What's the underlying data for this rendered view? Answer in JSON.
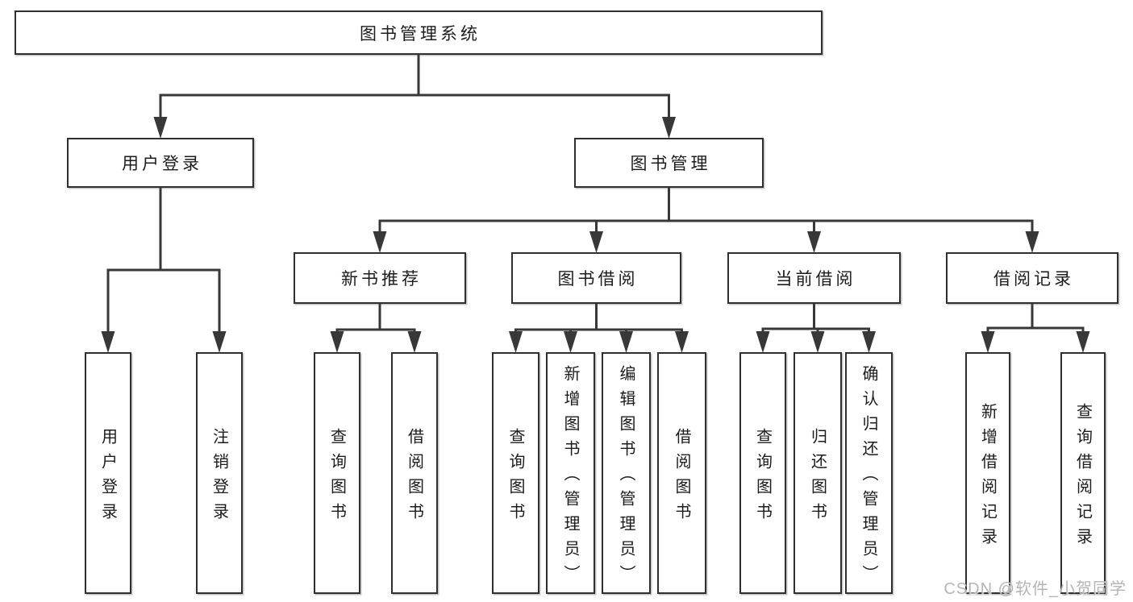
{
  "diagram": {
    "nodes": [
      {
        "id": "library-system",
        "label": "图书管理系统"
      },
      {
        "id": "user-login",
        "label": "用户登录"
      },
      {
        "id": "book-management",
        "label": "图书管理"
      },
      {
        "id": "new-book-recommend",
        "label": "新书推荐"
      },
      {
        "id": "book-borrow",
        "label": "图书借阅"
      },
      {
        "id": "current-borrow",
        "label": "当前借阅"
      },
      {
        "id": "borrow-record",
        "label": "借阅记录"
      },
      {
        "id": "user-login-leaf",
        "label": "用户登录"
      },
      {
        "id": "logout",
        "label": "注销登录"
      },
      {
        "id": "query-book-a",
        "label": "查询图书"
      },
      {
        "id": "borrow-book-a",
        "label": "借阅图书"
      },
      {
        "id": "query-book-b",
        "label": "查询图书"
      },
      {
        "id": "add-book-admin",
        "label": "新增图书（管理员）"
      },
      {
        "id": "edit-book-admin",
        "label": "编辑图书（管理员）"
      },
      {
        "id": "borrow-book-b",
        "label": "借阅图书"
      },
      {
        "id": "query-book-c",
        "label": "查询图书"
      },
      {
        "id": "return-book",
        "label": "归还图书"
      },
      {
        "id": "confirm-return-admin",
        "label": "确认归还（管理员）"
      },
      {
        "id": "add-borrow-record",
        "label": "新增借阅记录"
      },
      {
        "id": "query-borrow-record",
        "label": "查询借阅记录"
      }
    ],
    "colors": {
      "line": "#383838",
      "box_border": "#2f2f2f",
      "text": "#1c1c1c",
      "background": "#ffffff",
      "watermark": "#b5b5b5"
    }
  },
  "watermark": {
    "text": "CSDN @软件_小贺同学"
  }
}
